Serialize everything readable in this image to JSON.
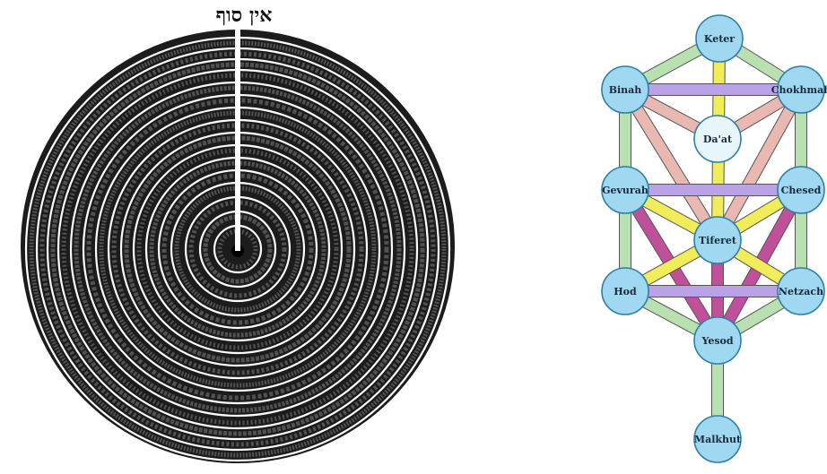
{
  "circle_diagram": {
    "title": "אין סוף"
  },
  "tree_of_life": {
    "sephirot": [
      {
        "id": "keter",
        "label": "Keter"
      },
      {
        "id": "binah",
        "label": "Binah"
      },
      {
        "id": "chokhmah",
        "label": "Chokhmah"
      },
      {
        "id": "daat",
        "label": "Da'at"
      },
      {
        "id": "gevurah",
        "label": "Gevurah"
      },
      {
        "id": "chesed",
        "label": "Chesed"
      },
      {
        "id": "tiferet",
        "label": "Tiferet"
      },
      {
        "id": "hod",
        "label": "Hod"
      },
      {
        "id": "netzach",
        "label": "Netzach"
      },
      {
        "id": "yesod",
        "label": "Yesod"
      },
      {
        "id": "malkhut",
        "label": "Malkhut"
      }
    ],
    "colors": {
      "sephira_fill": "#9fd8f0",
      "sephira_stroke": "#2c7fa8",
      "daat_fill": "#e6f6fb",
      "path_green": "#b8e0b0",
      "path_yellow": "#f0ec5a",
      "path_purple": "#b9a2e6",
      "path_magenta": "#c0509a",
      "path_pink": "#e9b8b0"
    }
  }
}
